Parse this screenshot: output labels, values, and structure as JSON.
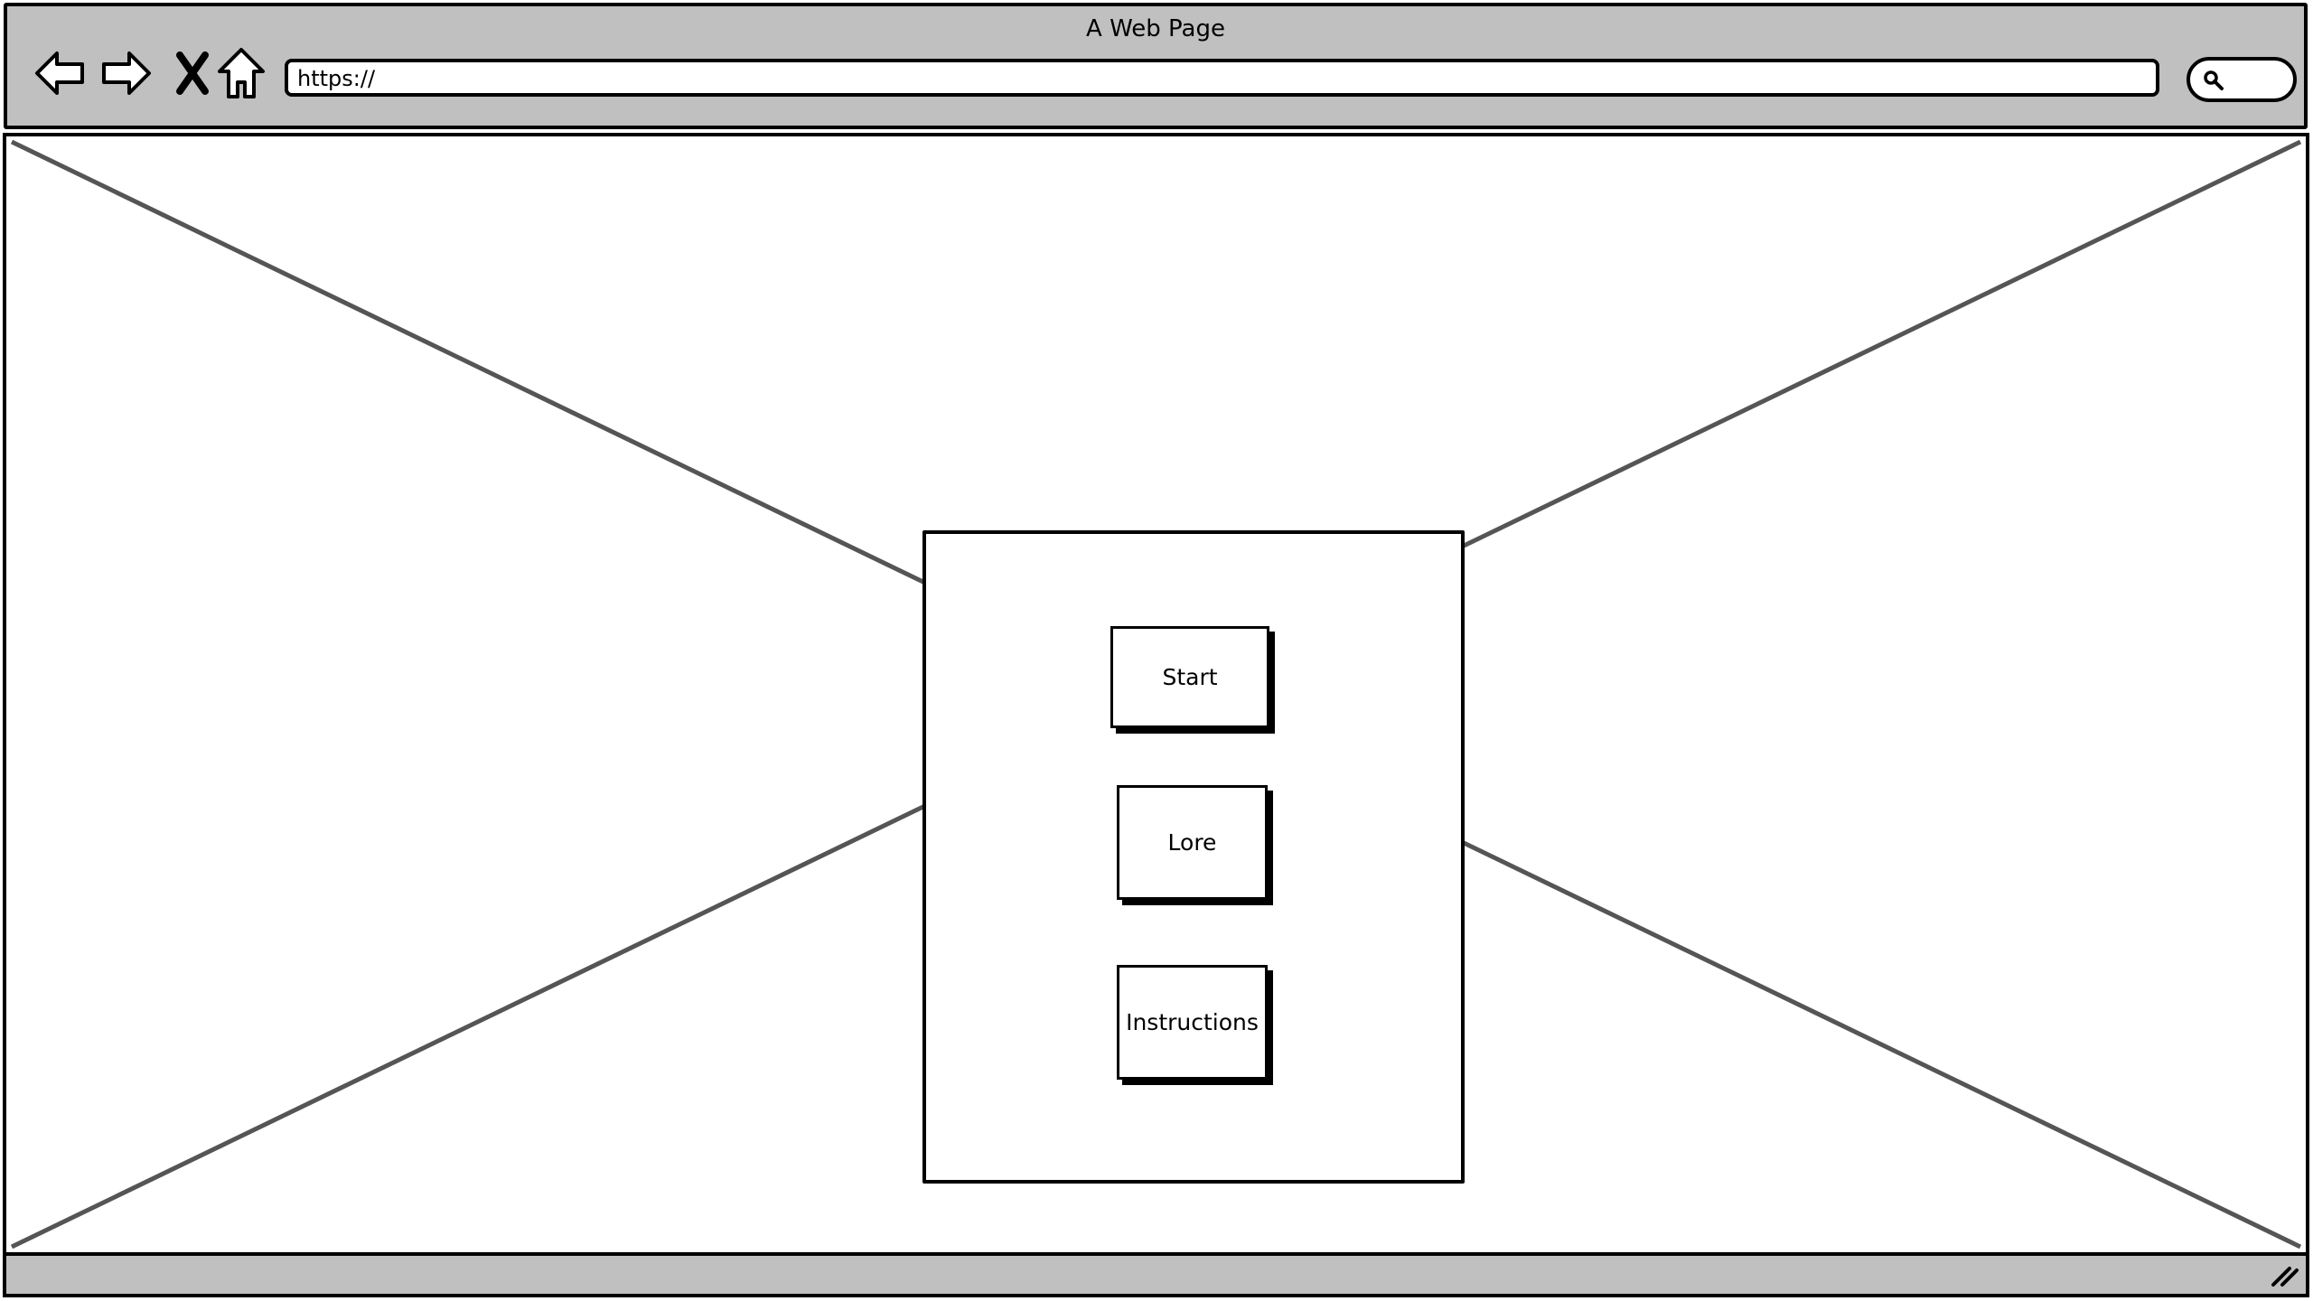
{
  "browser": {
    "title": "A Web Page",
    "url": "https://",
    "nav_icons": [
      "back-arrow-icon",
      "forward-arrow-icon",
      "close-icon",
      "home-icon"
    ],
    "search_icon": "search-icon"
  },
  "content": {
    "placeholder": "image-placeholder-x"
  },
  "menu": {
    "buttons": [
      {
        "label": "Start"
      },
      {
        "label": "Lore"
      },
      {
        "label": "Instructions"
      }
    ]
  },
  "statusbar": {
    "resize_icon": "resize-handle-icon"
  }
}
